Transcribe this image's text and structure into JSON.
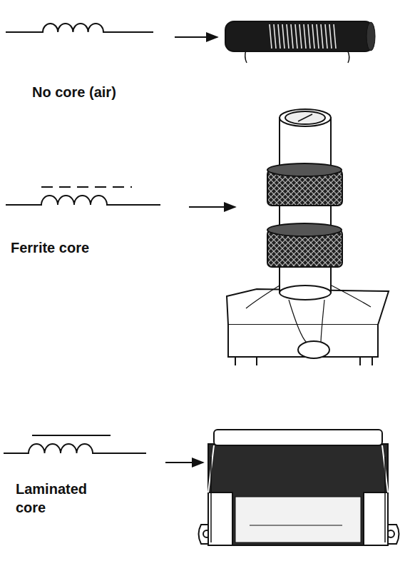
{
  "diagram": {
    "labels": [
      "No core (air)",
      "Ferrite core",
      "Laminated core"
    ]
  }
}
